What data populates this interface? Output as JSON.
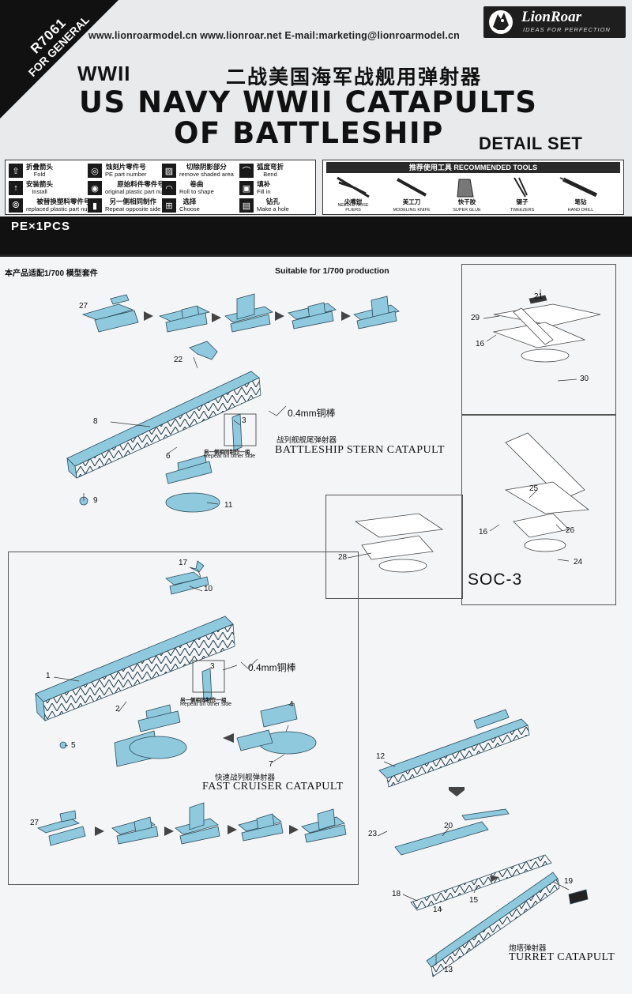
{
  "header": {
    "badge_code": "R7061",
    "badge_sub": "FOR GENERAL",
    "websites": "www.lionroarmodel.cn  www.lionroar.net   E-mail:marketing@lionroarmodel.cn",
    "brand_name": "LionRoar",
    "brand_tagline": "IDEAS FOR PERFECTION",
    "era": "WWII",
    "title_cn": "二战美国海军战舰用弹射器",
    "title_line1": "US NAVY WWII CATAPULTS",
    "title_line2": "OF BATTLESHIP",
    "subtitle": "DETAIL SET"
  },
  "legend": [
    {
      "cn": "折叠箭头",
      "en": "Fold",
      "icon": "fold-icon"
    },
    {
      "cn": "安装箭头",
      "en": "Install",
      "icon": "install-icon"
    },
    {
      "cn": "被替换塑料零件号",
      "en": "replaced plastic part number",
      "icon": "replaced-icon"
    },
    {
      "cn": "蚀刻片零件号",
      "en": "PE part number",
      "icon": "pe-part-icon"
    },
    {
      "cn": "原始料件零件号",
      "en": "original plastic part number",
      "icon": "original-part-icon"
    },
    {
      "cn": "另一侧相同制作",
      "en": "Repeat opposite side",
      "icon": "repeat-icon"
    },
    {
      "cn": "切除阴影部分",
      "en": "remove shaded area",
      "icon": "remove-icon"
    },
    {
      "cn": "卷曲",
      "en": "Roll to shape",
      "icon": "roll-icon"
    },
    {
      "cn": "选择",
      "en": "Choose",
      "icon": "choose-icon"
    },
    {
      "cn": "弧度弯折",
      "en": "Bend",
      "icon": "bend-icon"
    },
    {
      "cn": "填补",
      "en": "Fill in",
      "icon": "fill-icon"
    },
    {
      "cn": "钻孔",
      "en": "Make a hole",
      "icon": "hole-icon"
    }
  ],
  "tools": {
    "title": "推荐使用工具 RECOMMENDED TOOLS",
    "items": [
      {
        "cn": "尖嘴钳",
        "en": "NEEDLE NOSE PLIERS"
      },
      {
        "cn": "美工刀",
        "en": "MODELING KNIFE"
      },
      {
        "cn": "快干胶",
        "en": "SUPER GLUE"
      },
      {
        "cn": "镊子",
        "en": "TWEEZERS"
      },
      {
        "cn": "笔钻",
        "en": "HAND DRILL"
      }
    ]
  },
  "pe_count": "PE×1PCS",
  "intro_cn": "本产品适配1/700 模型套件",
  "intro_en": "Suitable for 1/700  production",
  "stern": {
    "rod": "0.4mm铜棒",
    "repeat_cn": "另一侧相同制作一组",
    "repeat_en": "Repeat on other side",
    "caption_cn": "战列舰舰尾弹射器",
    "caption_en": "BATTLESHIP STERN CATAPULT",
    "parts": [
      "27",
      "22",
      "8",
      "3",
      "6",
      "9",
      "11"
    ]
  },
  "aircraft": {
    "parts_top": [
      "21",
      "29",
      "16",
      "30"
    ],
    "parts_mid": [
      "25",
      "16",
      "26",
      "24"
    ],
    "parts_left": [
      "28"
    ],
    "label": "SOC-3"
  },
  "cruiser": {
    "rod": "0.4mm铜棒",
    "repeat_cn": "另一侧相同制作一组",
    "repeat_en": "Repeat on other side",
    "caption_cn": "快速战列舰弹射器",
    "caption_en": "FAST CRUISER CATAPULT",
    "parts": [
      "17",
      "10",
      "1",
      "3",
      "2",
      "4",
      "5",
      "7",
      "27"
    ]
  },
  "turret": {
    "caption_cn": "炮塔弹射器",
    "caption_en": "TURRET CATAPULT",
    "parts": [
      "12",
      "20",
      "23",
      "18",
      "15",
      "19",
      "14",
      "13"
    ]
  },
  "colors": {
    "part_blue": "#8ec9de",
    "part_stroke": "#2a4b5a",
    "dark": "#111111"
  }
}
